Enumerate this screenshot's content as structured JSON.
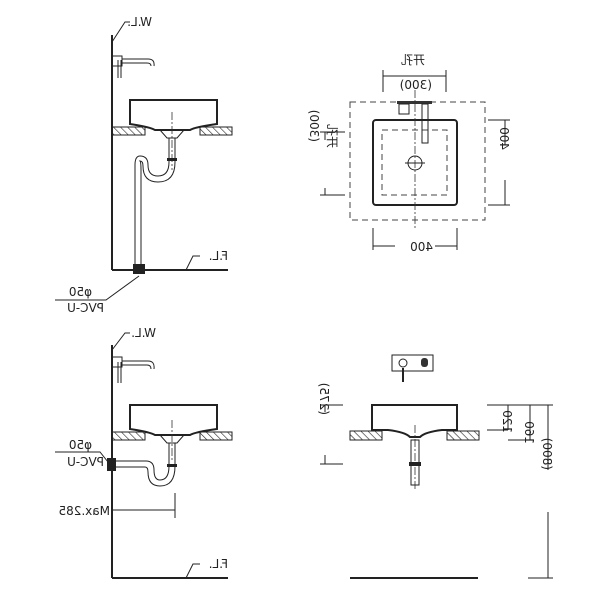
{
  "labels": {
    "water_level": "W.L.",
    "floor_level": "F.L.",
    "drain_diameter": "φ50",
    "drain_material": "PVC-U",
    "max_distance": "Max.285",
    "cutout": "开孔",
    "cutout_size": "(300)",
    "width": "400",
    "depth": "400",
    "basin_total_height": "(275)",
    "basin_height": "120",
    "drain_height": "160",
    "mount_height": "(800)"
  }
}
